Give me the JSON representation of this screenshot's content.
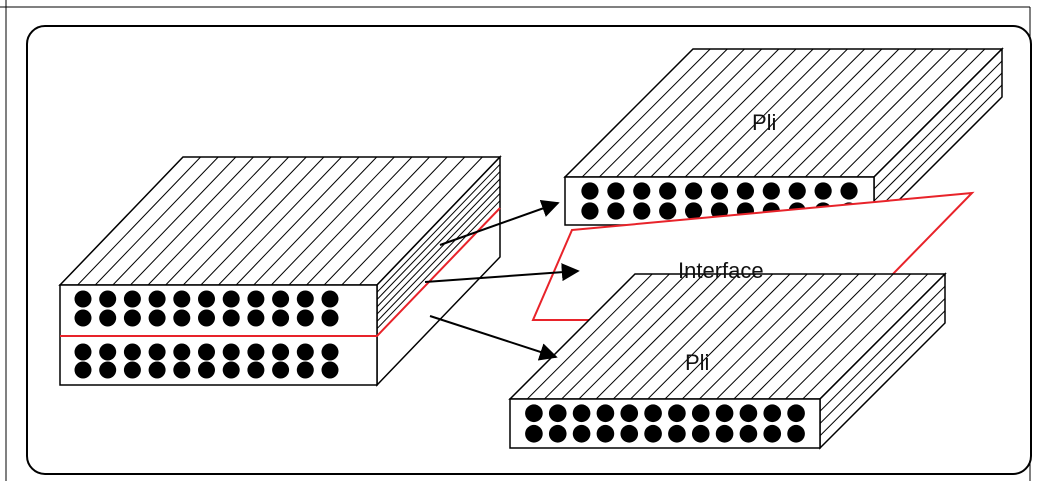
{
  "labels": {
    "top_ply": "Pli",
    "interface": "Interface",
    "bottom_ply": "Pli"
  },
  "colors": {
    "stroke": "#000000",
    "fiber": "#000000",
    "interface": "#e8232a",
    "background": "#ffffff"
  }
}
